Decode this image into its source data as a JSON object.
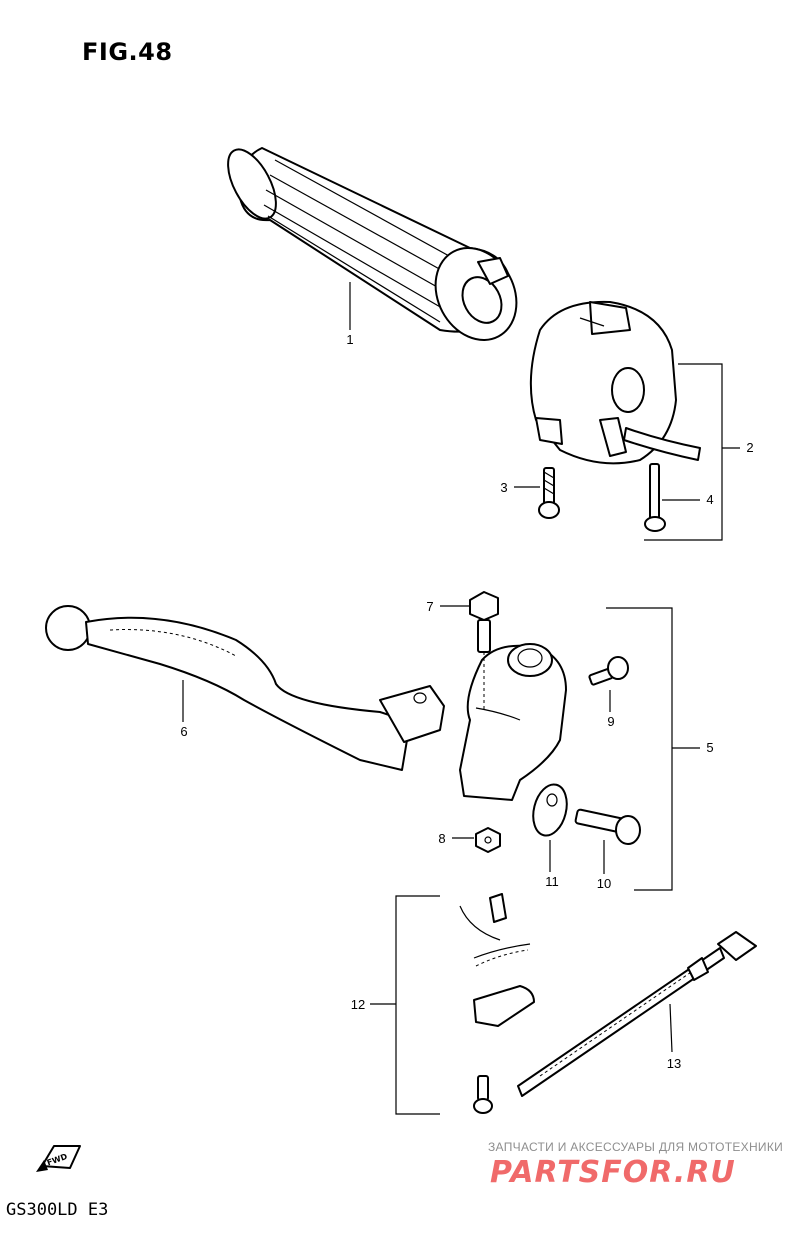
{
  "figure": {
    "title": "FIG.48",
    "model": "GS300LD  E3",
    "direction_marker": "FWD"
  },
  "callouts": [
    {
      "id": "c1",
      "number": "1"
    },
    {
      "id": "c2",
      "number": "2"
    },
    {
      "id": "c3",
      "number": "3"
    },
    {
      "id": "c4",
      "number": "4"
    },
    {
      "id": "c5",
      "number": "5"
    },
    {
      "id": "c6",
      "number": "6"
    },
    {
      "id": "c7",
      "number": "7"
    },
    {
      "id": "c8",
      "number": "8"
    },
    {
      "id": "c9",
      "number": "9"
    },
    {
      "id": "c10",
      "number": "10"
    },
    {
      "id": "c11",
      "number": "11"
    },
    {
      "id": "c12",
      "number": "12"
    },
    {
      "id": "c13",
      "number": "13"
    }
  ],
  "watermark": {
    "tagline": "ЗАПЧАСТИ И АКСЕССУАРЫ ДЛЯ МОТОТЕХНИКИ",
    "logo": "PARTSFOR.RU",
    "logo_color": "#f06a6a"
  }
}
